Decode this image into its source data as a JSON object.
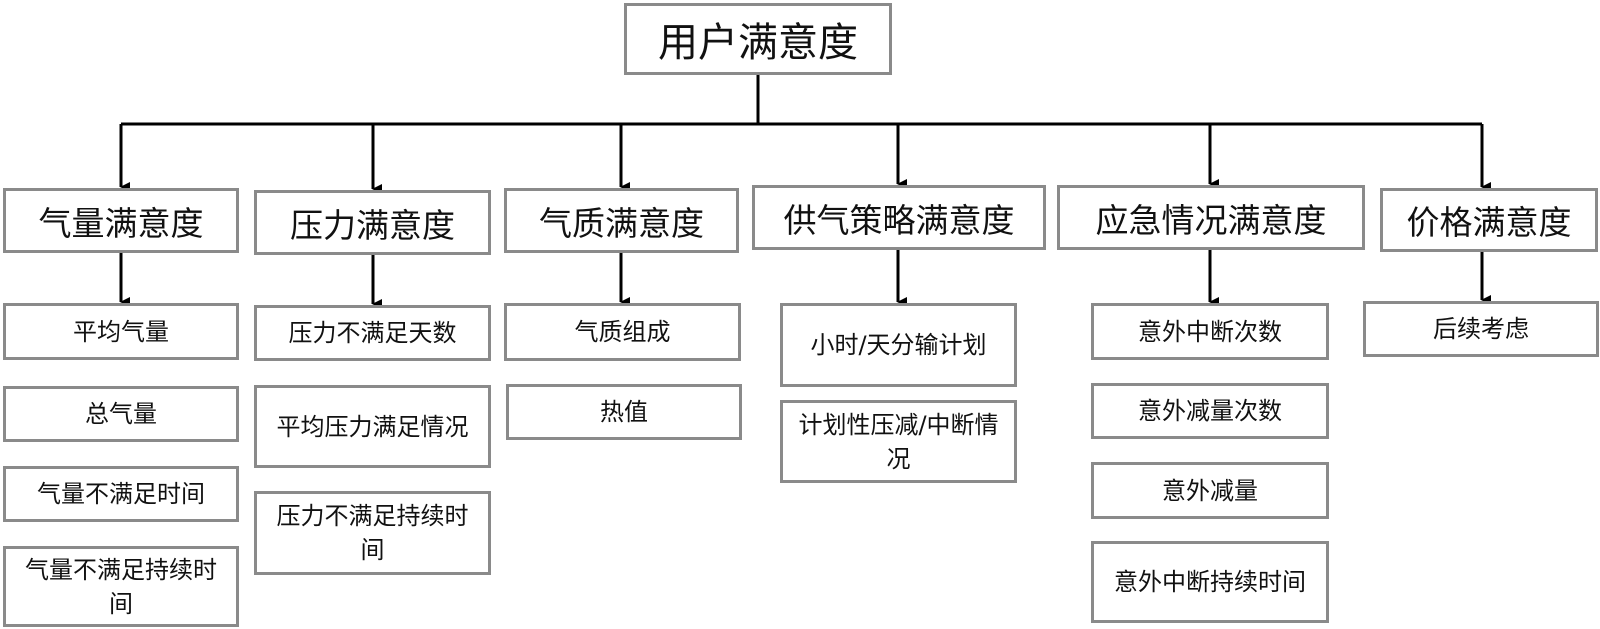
{
  "diagram": {
    "root": "用户满意度",
    "categories": [
      {
        "label": "气量满意度",
        "items": [
          "平均气量",
          "总气量",
          "气量不满足时间",
          "气量不满足持续时间"
        ]
      },
      {
        "label": "压力满意度",
        "items": [
          "压力不满足天数",
          "平均压力满足情况",
          "压力不满足持续时间"
        ]
      },
      {
        "label": "气质满意度",
        "items": [
          "气质组成",
          "热值"
        ]
      },
      {
        "label": "供气策略满意度",
        "items": [
          "小时/天分输计划",
          "计划性压减/中断情况"
        ]
      },
      {
        "label": "应急情况满意度",
        "items": [
          "意外中断次数",
          "意外减量次数",
          "意外减量",
          "意外中断持续时间"
        ]
      },
      {
        "label": "价格满意度",
        "items": [
          "后续考虑"
        ]
      }
    ]
  }
}
